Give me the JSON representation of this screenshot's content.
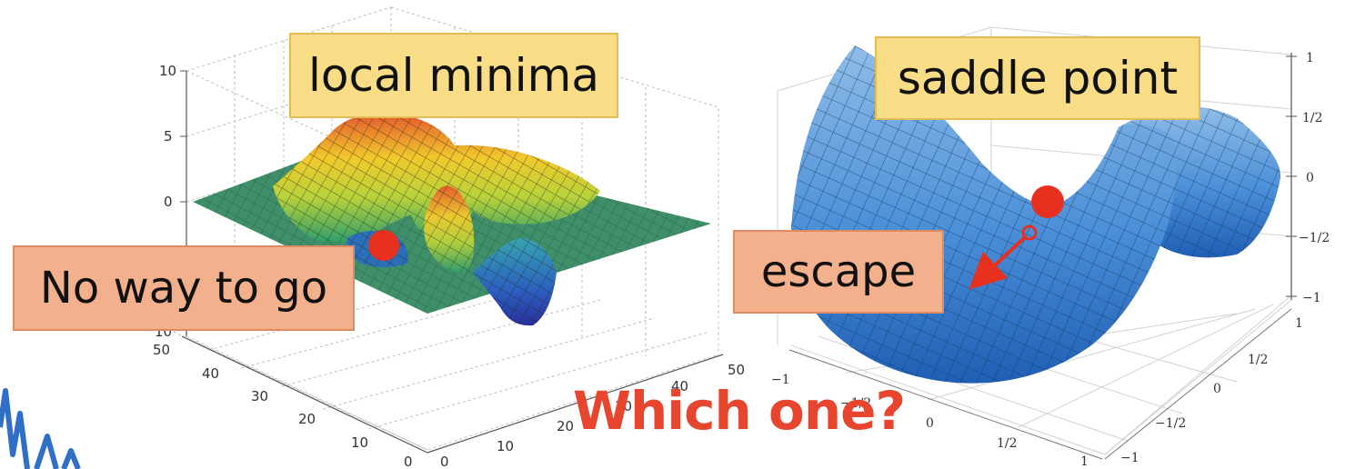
{
  "left_plot": {
    "callout_top": "local minima",
    "callout_bottom": "No way to go",
    "z_ticks": [
      "10",
      "5",
      "0",
      "10"
    ],
    "y_ticks": [
      "50",
      "40",
      "30",
      "20",
      "10",
      "0"
    ],
    "x_ticks": [
      "0",
      "10",
      "20",
      "30",
      "40",
      "50"
    ]
  },
  "right_plot": {
    "callout_top": "saddle point",
    "callout_bottom": "escape",
    "z_ticks": [
      "1",
      "1/2",
      "0",
      "−1/2",
      "−1"
    ],
    "y_ticks": [
      "1",
      "1/2",
      "0",
      "−1/2",
      "−1"
    ],
    "x_ticks": [
      "−1",
      "−1/2",
      "0",
      "1/2",
      "1"
    ]
  },
  "question": "Which one?",
  "colors": {
    "callout_yellow": "#f8dc86",
    "callout_orange": "#f3b08c",
    "question_red": "#e8452e",
    "marker_red": "#e8301f",
    "saddle_blue": "#3b7fd0",
    "plane_green": "#3f8f6a"
  },
  "icons": [
    "red-dot-marker",
    "escape-arrow-icon",
    "waveform-logo"
  ]
}
